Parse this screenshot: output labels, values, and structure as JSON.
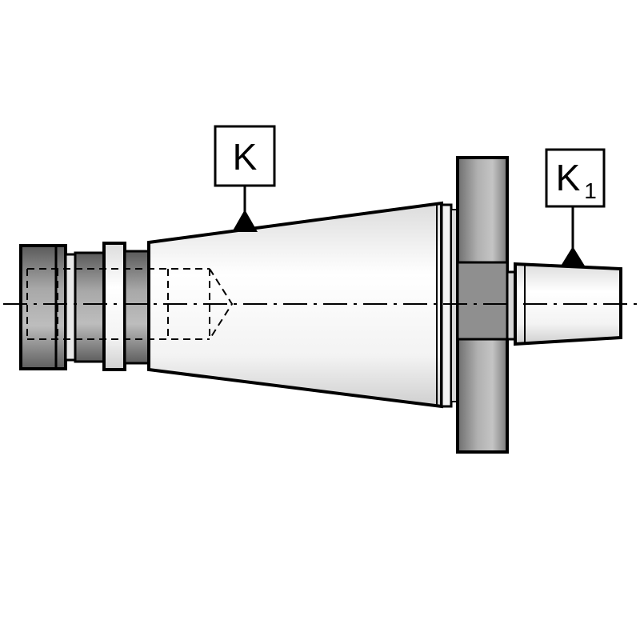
{
  "labels": {
    "taper": "K",
    "spigot_letter": "K",
    "spigot_sub": "1"
  },
  "colors": {
    "background": "#ffffff",
    "outline": "#000000",
    "metal_light": "#ededed",
    "metal_mid": "#bdbdbd",
    "metal_dark": "#7a7a7a",
    "label_box": "#ffffff"
  },
  "drawing": {
    "centerline": "dash-dot",
    "hidden_lines": "dashed"
  }
}
